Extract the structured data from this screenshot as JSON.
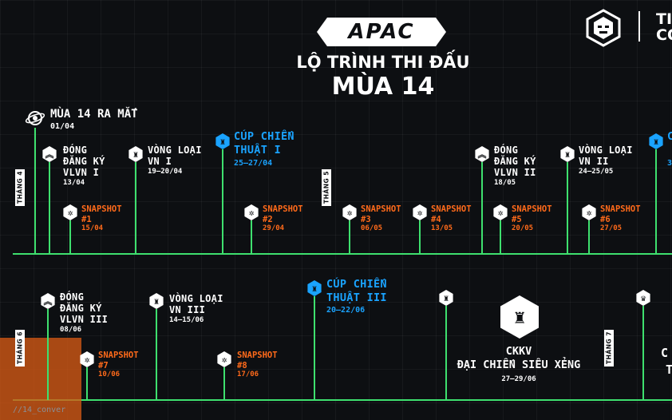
{
  "header": {
    "brand": "APAC",
    "title_line1": "LỘ TRÌNH THI ĐẤU",
    "title_line2": "MÙA 14",
    "corner_text_1": "TI",
    "corner_text_2": "CO"
  },
  "colors": {
    "bg": "#0d0f12",
    "timeline": "#3ee06e",
    "snapshot": "#ff6a1a",
    "cup": "#1aa3ff"
  },
  "months": {
    "m4": "THÁNG 4",
    "m5": "THÁNG 5",
    "m6": "THÁNG 6",
    "m7": "THÁNG 7"
  },
  "row1": {
    "launch": {
      "title": "MÙA 14 RA MẮT",
      "date": "01/04",
      "icon": "planet-icon"
    },
    "reg1": {
      "l1": "ĐÓNG",
      "l2": "ĐĂNG KÝ",
      "l3": "VLVN I",
      "date": "13/04"
    },
    "snap1": {
      "l1": "SNAPSHOT",
      "l2": "#1",
      "date": "15/04"
    },
    "qual1": {
      "l1": "VÒNG LOẠI",
      "l2": "VN I",
      "date": "19–20/04"
    },
    "cup1": {
      "l1": "CÚP CHIẾN",
      "l2": "THUẬT I",
      "date": "25–27/04"
    },
    "snap2": {
      "l1": "SNAPSHOT",
      "l2": "#2",
      "date": "29/04"
    },
    "snap3": {
      "l1": "SNAPSHOT",
      "l2": "#3",
      "date": "06/05"
    },
    "snap4": {
      "l1": "SNAPSHOT",
      "l2": "#4",
      "date": "13/05"
    },
    "reg2": {
      "l1": "ĐÓNG",
      "l2": "ĐĂNG KÝ",
      "l3": "VLVN II",
      "date": "18/05"
    },
    "snap5": {
      "l1": "SNAPSHOT",
      "l2": "#5",
      "date": "20/05"
    },
    "qual2": {
      "l1": "VÒNG LOẠI",
      "l2": "VN II",
      "date": "24–25/05"
    },
    "snap6": {
      "l1": "SNAPSHOT",
      "l2": "#6",
      "date": "27/05"
    },
    "cup2": {
      "l1": "C",
      "date": "3"
    }
  },
  "row2": {
    "reg3": {
      "l1": "ĐÓNG",
      "l2": "ĐĂNG KÝ",
      "l3": "VLVN III",
      "date": "08/06"
    },
    "snap7": {
      "l1": "SNAPSHOT",
      "l2": "#7",
      "date": "10/06"
    },
    "qual3": {
      "l1": "VÒNG LOẠI",
      "l2": "VN III",
      "date": "14–15/06"
    },
    "snap8": {
      "l1": "SNAPSHOT",
      "l2": "#8",
      "date": "17/06"
    },
    "cup3": {
      "l1": "CÚP CHIẾN",
      "l2": "THUẬT III",
      "date": "20–22/06"
    },
    "ckkv": {
      "l1": "CKKV",
      "l2": "ĐẠI CHIẾN SIÊU XẺNG",
      "date": "27–29/06"
    },
    "right_l1": "C",
    "right_l2": "T"
  },
  "footer": {
    "code": "//14_conver"
  }
}
